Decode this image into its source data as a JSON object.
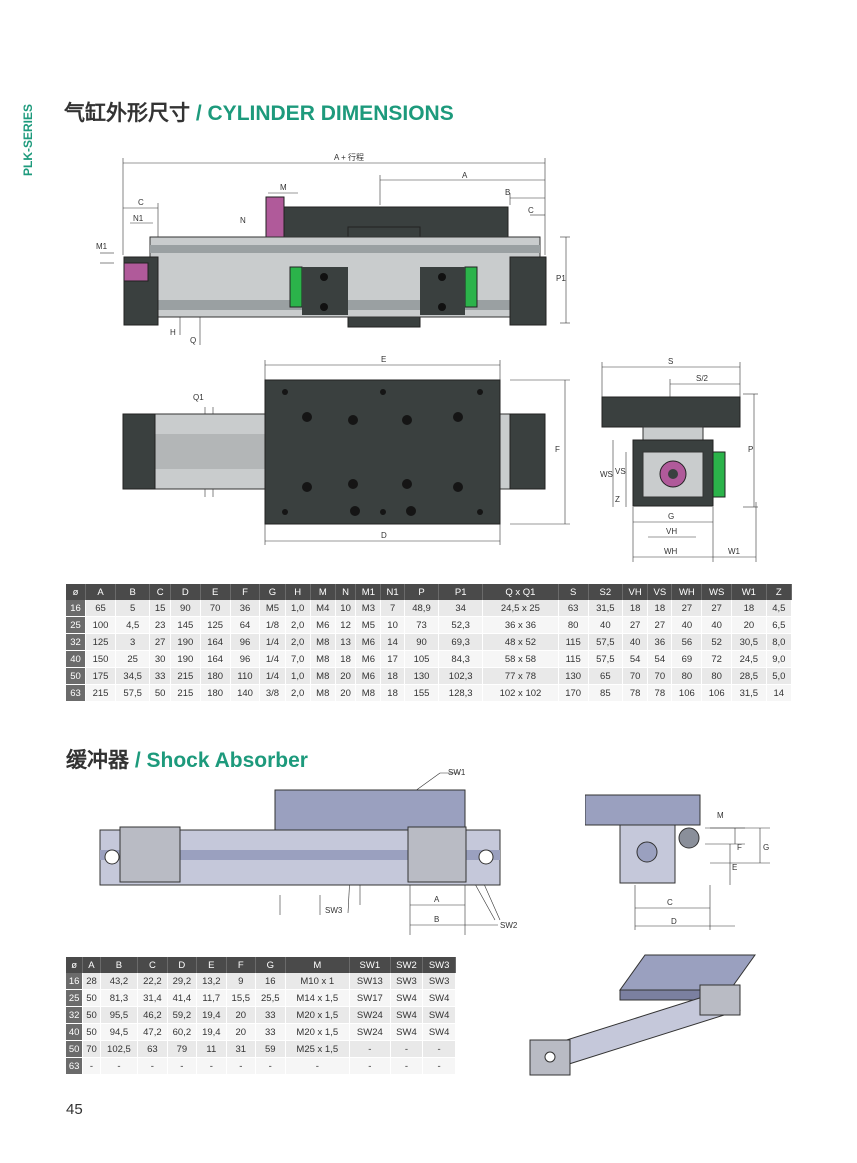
{
  "side_label": "PLK-SERIES",
  "section1": {
    "title_cn": "气缸外形尺寸",
    "separator": " / ",
    "title_en": "CYLINDER DIMENSIONS"
  },
  "section2": {
    "title_cn": "缓冲器",
    "separator": " / ",
    "title_en": "Shock Absorber"
  },
  "drawing1_labels": {
    "a_stroke": "A + 行程",
    "a": "A",
    "b": "B",
    "c": "C",
    "c2": "C",
    "m": "M",
    "n": "N",
    "n1": "N1",
    "m1": "M1",
    "p1": "P1",
    "h": "H",
    "q": "Q"
  },
  "drawing2_labels": {
    "e": "E",
    "d": "D",
    "q1": "Q1",
    "f": "F"
  },
  "drawing3_labels": {
    "s": "S",
    "s2": "S/2",
    "p": "P",
    "ws": "WS",
    "vs": "VS",
    "z": "Z",
    "g": "G",
    "vh": "VH",
    "wh": "WH",
    "w1": "W1"
  },
  "drawing4_labels": {
    "sw1": "SW1",
    "sw2": "SW2",
    "sw3": "SW3",
    "a": "A",
    "b": "B"
  },
  "drawing5_labels": {
    "m": "M",
    "f": "F",
    "g": "G",
    "e": "E",
    "c": "C",
    "d": "D"
  },
  "table1": {
    "headers": [
      "ø",
      "A",
      "B",
      "C",
      "D",
      "E",
      "F",
      "G",
      "H",
      "M",
      "N",
      "M1",
      "N1",
      "P",
      "P1",
      "Q x Q1",
      "S",
      "S2",
      "VH",
      "VS",
      "WH",
      "WS",
      "W1",
      "Z"
    ],
    "rows": [
      [
        "16",
        "65",
        "5",
        "15",
        "90",
        "70",
        "36",
        "M5",
        "1,0",
        "M4",
        "10",
        "M3",
        "7",
        "48,9",
        "34",
        "24,5 x 25",
        "63",
        "31,5",
        "18",
        "18",
        "27",
        "27",
        "18",
        "4,5"
      ],
      [
        "25",
        "100",
        "4,5",
        "23",
        "145",
        "125",
        "64",
        "1/8",
        "2,0",
        "M6",
        "12",
        "M5",
        "10",
        "73",
        "52,3",
        "36 x 36",
        "80",
        "40",
        "27",
        "27",
        "40",
        "40",
        "20",
        "6,5"
      ],
      [
        "32",
        "125",
        "3",
        "27",
        "190",
        "164",
        "96",
        "1/4",
        "2,0",
        "M8",
        "13",
        "M6",
        "14",
        "90",
        "69,3",
        "48 x 52",
        "115",
        "57,5",
        "40",
        "36",
        "56",
        "52",
        "30,5",
        "8,0"
      ],
      [
        "40",
        "150",
        "25",
        "30",
        "190",
        "164",
        "96",
        "1/4",
        "7,0",
        "M8",
        "18",
        "M6",
        "17",
        "105",
        "84,3",
        "58 x 58",
        "115",
        "57,5",
        "54",
        "54",
        "69",
        "72",
        "24,5",
        "9,0"
      ],
      [
        "50",
        "175",
        "34,5",
        "33",
        "215",
        "180",
        "110",
        "1/4",
        "1,0",
        "M8",
        "20",
        "M6",
        "18",
        "130",
        "102,3",
        "77 x 78",
        "130",
        "65",
        "70",
        "70",
        "80",
        "80",
        "28,5",
        "5,0"
      ],
      [
        "63",
        "215",
        "57,5",
        "50",
        "215",
        "180",
        "140",
        "3/8",
        "2,0",
        "M8",
        "20",
        "M8",
        "18",
        "155",
        "128,3",
        "102 x 102",
        "170",
        "85",
        "78",
        "78",
        "106",
        "106",
        "31,5",
        "14"
      ]
    ]
  },
  "table2": {
    "headers": [
      "ø",
      "A",
      "B",
      "C",
      "D",
      "E",
      "F",
      "G",
      "M",
      "SW1",
      "SW2",
      "SW3"
    ],
    "rows": [
      [
        "16",
        "28",
        "43,2",
        "22,2",
        "29,2",
        "13,2",
        "9",
        "16",
        "M10 x 1",
        "SW13",
        "SW3",
        "SW3"
      ],
      [
        "25",
        "50",
        "81,3",
        "31,4",
        "41,4",
        "11,7",
        "15,5",
        "25,5",
        "M14 x 1,5",
        "SW17",
        "SW4",
        "SW4"
      ],
      [
        "32",
        "50",
        "95,5",
        "46,2",
        "59,2",
        "19,4",
        "20",
        "33",
        "M20 x 1,5",
        "SW24",
        "SW4",
        "SW4"
      ],
      [
        "40",
        "50",
        "94,5",
        "47,2",
        "60,2",
        "19,4",
        "20",
        "33",
        "M20 x 1,5",
        "SW24",
        "SW4",
        "SW4"
      ],
      [
        "50",
        "70",
        "102,5",
        "63",
        "79",
        "11",
        "31",
        "59",
        "M25 x 1,5",
        "-",
        "-",
        "-"
      ],
      [
        "63",
        "-",
        "-",
        "-",
        "-",
        "-",
        "-",
        "-",
        "-",
        "-",
        "-",
        "-"
      ]
    ]
  },
  "page_number": "45",
  "colors": {
    "accent": "#1d9a7c",
    "dark_body": "#3a403f",
    "rail_green": "#2bb34a",
    "blue_gray": "#9aa0bf"
  }
}
